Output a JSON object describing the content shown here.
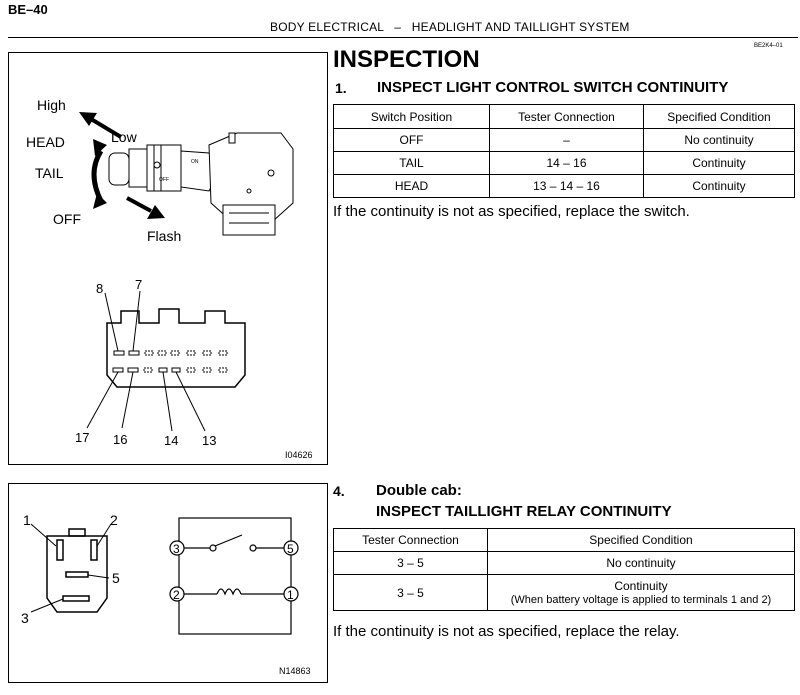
{
  "header": {
    "page_number": "BE–40",
    "title": "BODY ELECTRICAL   –   HEADLIGHT AND TAILLIGHT SYSTEM",
    "doc_code": "BE2K4–01"
  },
  "section_title": "INSPECTION",
  "step1": {
    "number": "1.",
    "title": "INSPECT LIGHT CONTROL SWITCH CONTINUITY",
    "table": {
      "headers": [
        "Switch Position",
        "Tester Connection",
        "Specified Condition"
      ],
      "rows": [
        [
          "OFF",
          "–",
          "No continuity"
        ],
        [
          "TAIL",
          "14 – 16",
          "Continuity"
        ],
        [
          "HEAD",
          "13 – 14 – 16",
          "Continuity"
        ]
      ]
    },
    "note": "If the continuity is not as specified, replace the switch."
  },
  "step4": {
    "number": "4.",
    "subtitle": "Double cab:",
    "title": "INSPECT TAILLIGHT RELAY CONTINUITY",
    "table": {
      "headers": [
        "Tester Connection",
        "Specified Condition"
      ],
      "rows": [
        [
          "3 – 5",
          "No continuity",
          ""
        ],
        [
          "3 – 5",
          "Continuity",
          "(When battery voltage is applied to terminals 1 and 2)"
        ]
      ]
    },
    "note": "If the continuity is not as specified, replace the relay."
  },
  "figure1": {
    "code": "I04626",
    "switch_labels": {
      "high": "High",
      "low": "Low",
      "head": "HEAD",
      "tail": "TAIL",
      "off": "OFF",
      "flash": "Flash"
    },
    "stalk_marks": {
      "on": "ON",
      "off": "OFF"
    },
    "terminal_labels": {
      "t8": "8",
      "t7": "7",
      "t17": "17",
      "t16": "16",
      "t14": "14",
      "t13": "13"
    }
  },
  "figure2": {
    "code": "N14863",
    "relay_labels": {
      "t1": "1",
      "t2": "2",
      "t5": "5",
      "t3": "3"
    },
    "schematic_labels": {
      "t3": "3",
      "t5": "5",
      "t2": "2",
      "t1": "1"
    }
  }
}
